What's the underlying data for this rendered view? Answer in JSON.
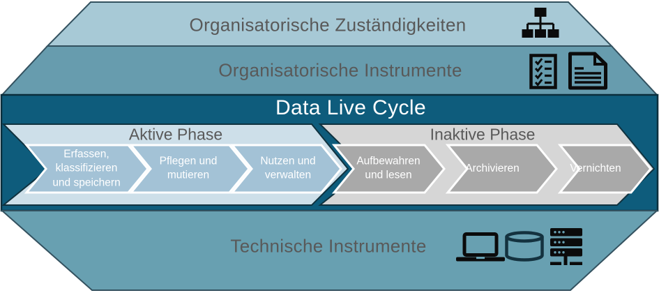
{
  "diagram": {
    "lifecycle_title": "Data Live Cycle",
    "bands": {
      "responsibilities": {
        "label": "Organisatorische Zuständigkeiten",
        "icons": [
          "org-chart-icon"
        ]
      },
      "org_instruments": {
        "label": "Organisatorische Instrumente",
        "icons": [
          "checklist-icon",
          "document-icon"
        ]
      },
      "tech_instruments": {
        "label": "Technische Instrumente",
        "icons": [
          "laptop-icon",
          "database-icon",
          "server-icon"
        ]
      }
    },
    "phases": [
      {
        "label": "Aktive Phase",
        "steps": [
          {
            "label": "Erfassen,\nklassifizieren\nund speichern"
          },
          {
            "label": "Pflegen und\nmutieren"
          },
          {
            "label": "Nutzen und\nverwalten"
          }
        ]
      },
      {
        "label": "Inaktive Phase",
        "steps": [
          {
            "label": "Aufbewahren\nund lesen"
          },
          {
            "label": "Archivieren"
          },
          {
            "label": "Vernichten"
          }
        ]
      }
    ],
    "colors": {
      "band_top": "#a7c9d6",
      "band_second": "#679cae",
      "band_dark_teal": "#0e5c7c",
      "band_bottom": "#68a0b1",
      "active_container": "#cddfe9",
      "active_arrow": "#a3c2d6",
      "inactive_container": "#d6d6d6",
      "inactive_arrow": "#a9a9a9",
      "heading_text": "#595959",
      "arrow_text": "#ffffff"
    }
  }
}
